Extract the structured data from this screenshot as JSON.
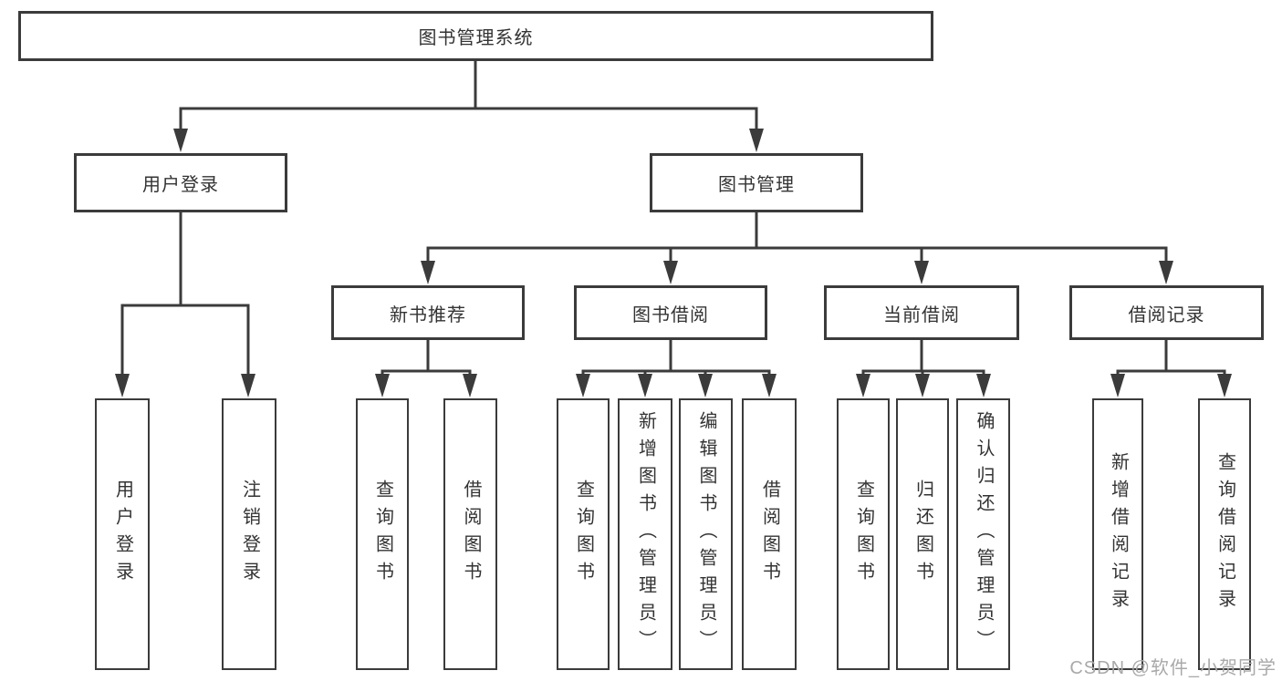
{
  "colors": {
    "background": "#ffffff",
    "line": "#3b3b3b",
    "box_border": "#3b3b3b",
    "box_fill": "#ffffff",
    "text": "#333333",
    "watermark": "#a9a9a9"
  },
  "watermark": "CSDN @软件_小贺同学",
  "tree": {
    "root": "图书管理系统",
    "user_login": {
      "label": "用户登录",
      "children": [
        "用户登录",
        "注销登录"
      ]
    },
    "book_mgmt": {
      "label": "图书管理",
      "groups": [
        {
          "label": "新书推荐",
          "children": [
            "查询图书",
            "借阅图书"
          ]
        },
        {
          "label": "图书借阅",
          "children": [
            "查询图书",
            "新增图书（管理员）",
            "编辑图书（管理员）",
            "借阅图书"
          ]
        },
        {
          "label": "当前借阅",
          "children": [
            "查询图书",
            "归还图书",
            "确认归还（管理员）"
          ]
        },
        {
          "label": "借阅记录",
          "children": [
            "新增借阅记录",
            "查询借阅记录"
          ]
        }
      ]
    }
  }
}
